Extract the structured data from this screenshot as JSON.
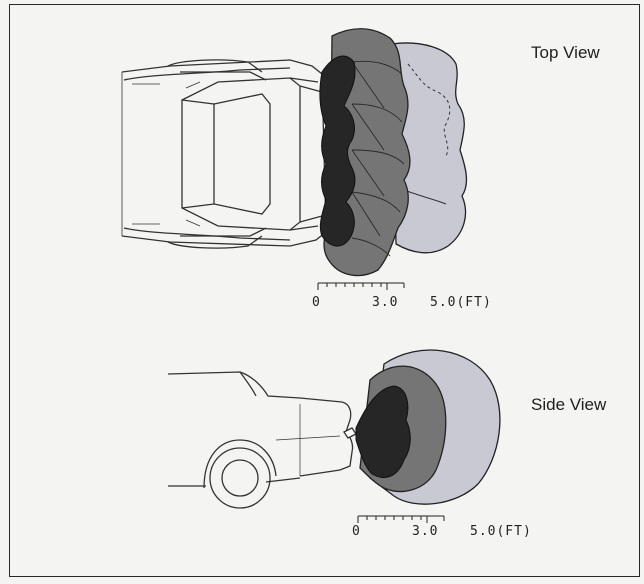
{
  "top_view": {
    "title": "Top View",
    "scale": {
      "zero": "0",
      "mid": "3.0",
      "max": "5.0(FT)"
    }
  },
  "side_view": {
    "title": "Side View",
    "scale": {
      "zero": "0",
      "mid": "3.0",
      "max": "5.0(FT)"
    }
  },
  "colors": {
    "zone_near": "#262626",
    "zone_mid": "#757575",
    "zone_far": "#c8c9d3",
    "outline": "#222222"
  }
}
